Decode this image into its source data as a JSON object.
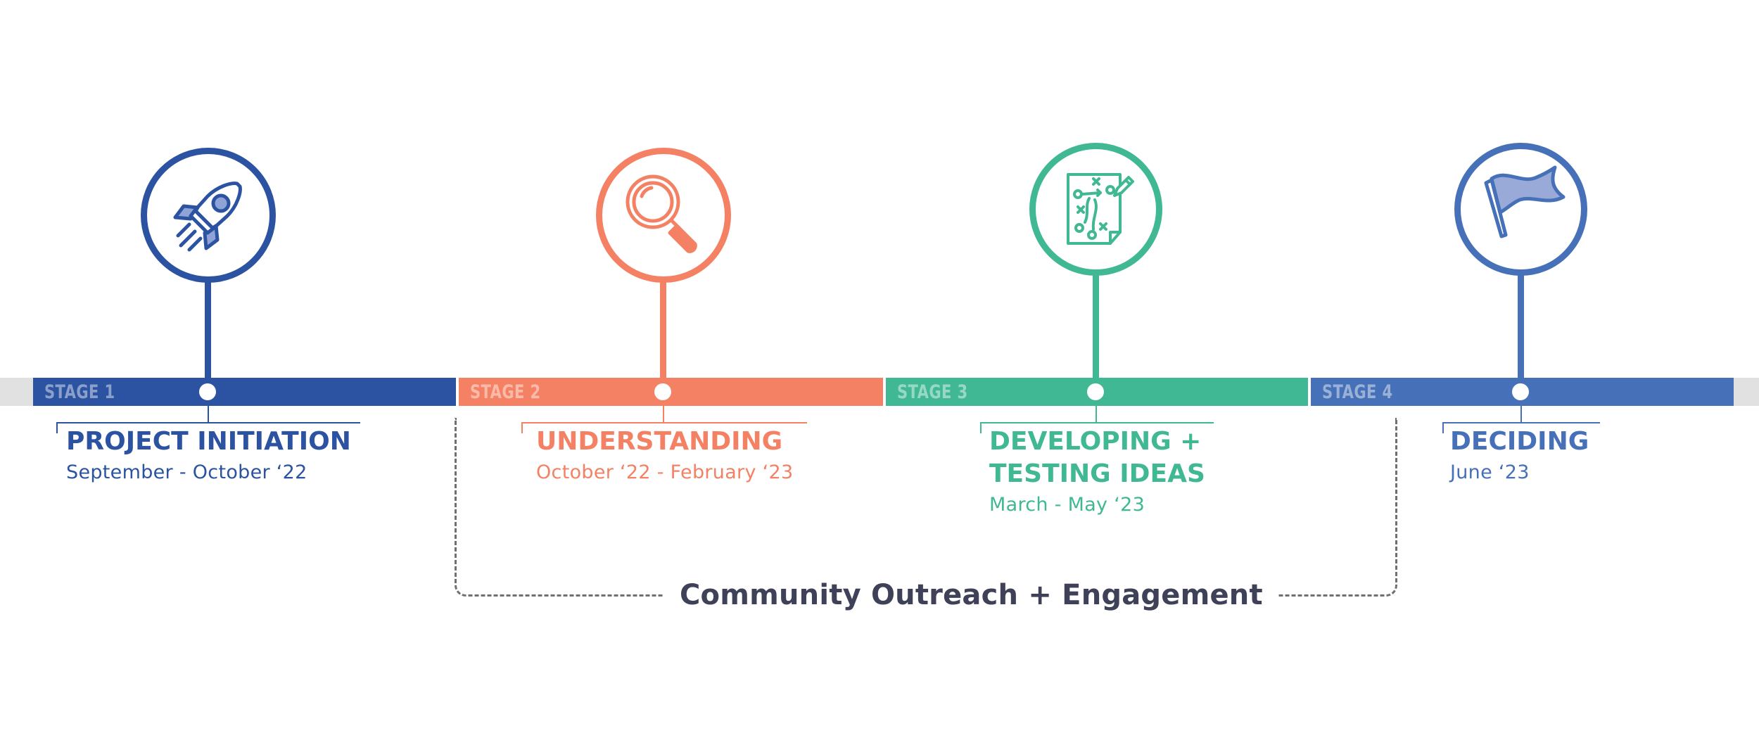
{
  "colors": {
    "stage1": "#2b53a1",
    "stage2": "#f48164",
    "stage3": "#40b893",
    "stage4": "#4670b7",
    "track": "#e1e1e1",
    "outreach_text": "#3e4158",
    "outreach_line": "#707070"
  },
  "stages": [
    {
      "label": "STAGE 1",
      "title": "PROJECT INITIATION",
      "title_line2": "",
      "date": "September - October ‘22",
      "icon": "rocket-icon"
    },
    {
      "label": "STAGE 2",
      "title": "UNDERSTANDING",
      "title_line2": "",
      "date": "October ‘22 - February ‘23",
      "icon": "magnifying-glass-icon"
    },
    {
      "label": "STAGE 3",
      "title": "DEVELOPING +",
      "title_line2": "TESTING IDEAS",
      "date": "March - May ‘23",
      "icon": "strategy-plan-icon"
    },
    {
      "label": "STAGE 4",
      "title": "DECIDING",
      "title_line2": "",
      "date": "June ‘23",
      "icon": "flag-icon"
    }
  ],
  "outreach": {
    "label": "Community Outreach + Engagement"
  }
}
